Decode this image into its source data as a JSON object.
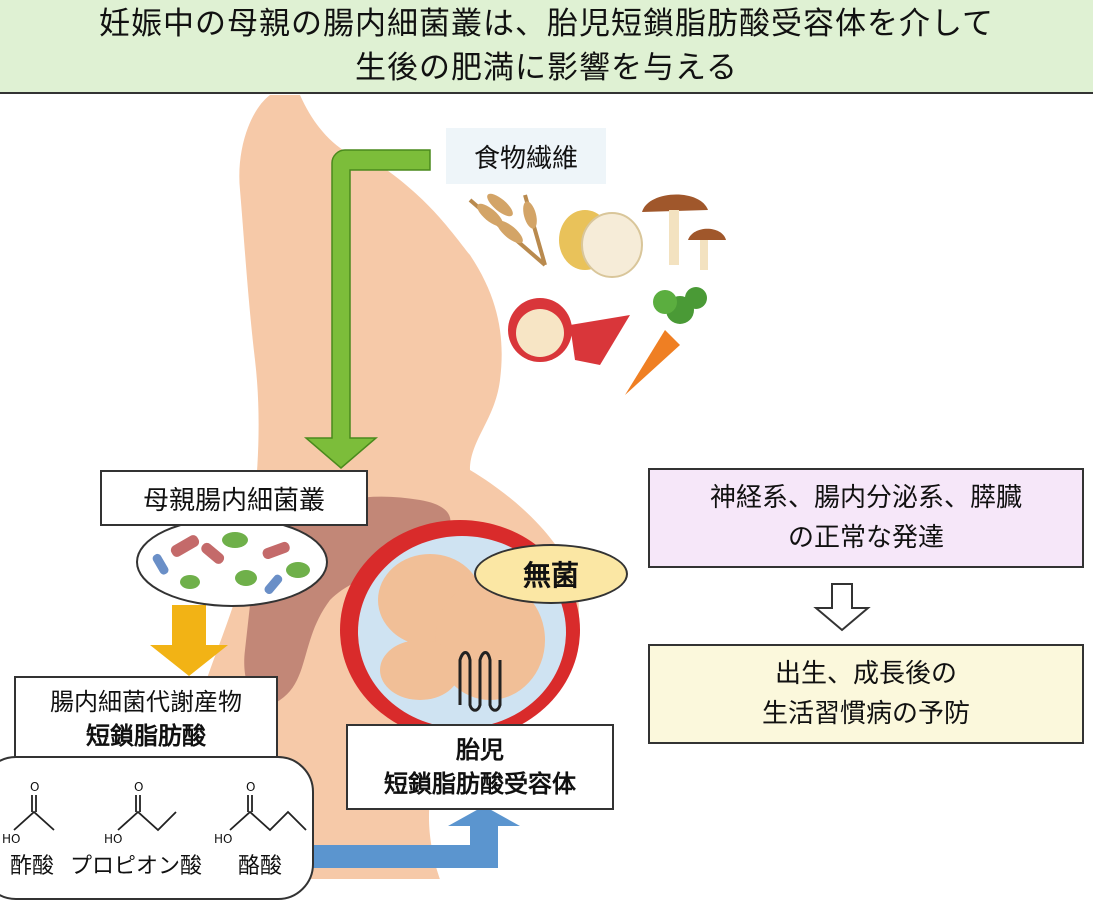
{
  "title": {
    "line1": "妊娠中の母親の腸内細菌叢は、胎児短鎖脂肪酸受容体を介して",
    "line2": "生後の肥満に影響を与える"
  },
  "dietary_fiber": "食物繊維",
  "maternal_microbiota": "母親腸内細菌叢",
  "metabolite": {
    "line1": "腸内細菌代謝産物",
    "line2": "短鎖脂肪酸"
  },
  "sterile": "無菌",
  "fetal_receptor": {
    "line1": "胎児",
    "line2": "短鎖脂肪酸受容体"
  },
  "development": {
    "line1": "神経系、腸内分泌系、膵臓",
    "line2": "の正常な発達"
  },
  "prevention": {
    "line1": "出生、成長後の",
    "line2": "生活習慣病の予防"
  },
  "acids": {
    "acetic": "酢酸",
    "propionic": "プロピオン酸",
    "butyric": "酪酸",
    "ho": "HO",
    "o": "O"
  },
  "colors": {
    "green_arrow": "#7cbd3a",
    "yellow_arrow": "#f2b315",
    "blue_arrow": "#5b95cf",
    "body": "#f6c9a8",
    "title_bg": "#dff1d3"
  }
}
